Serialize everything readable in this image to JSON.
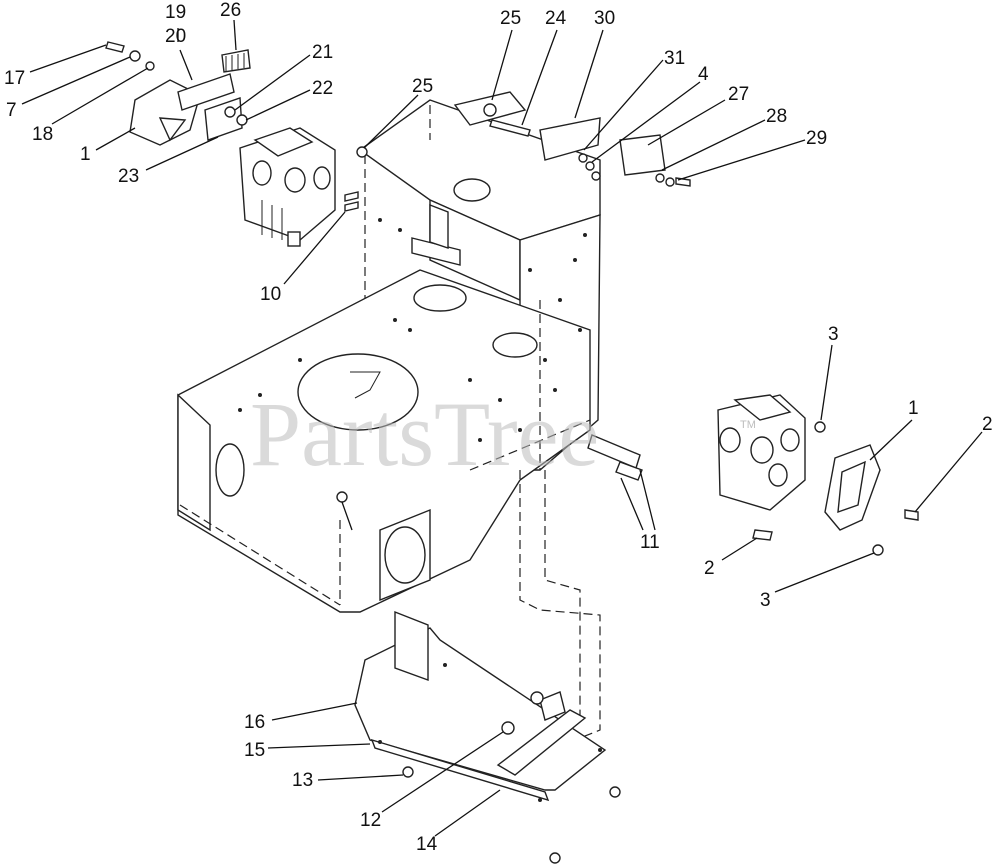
{
  "watermark": {
    "text": "PartsTree",
    "trademark": "TM"
  },
  "callouts": {
    "c17": "17",
    "c7": "7",
    "c18": "18",
    "c1a": "1",
    "c19": "19",
    "c20": "20",
    "c26": "26",
    "c21": "21",
    "c22": "22",
    "c23": "23",
    "c25a": "25",
    "c10": "10",
    "c25b": "25",
    "c24": "24",
    "c30": "30",
    "c31": "31",
    "c4": "4",
    "c27": "27",
    "c28": "28",
    "c29": "29",
    "c3a": "3",
    "c1b": "1",
    "c2a": "2",
    "c11": "11",
    "c2b": "2",
    "c3b": "3",
    "c16": "16",
    "c15": "15",
    "c13": "13",
    "c12": "12",
    "c14": "14"
  }
}
